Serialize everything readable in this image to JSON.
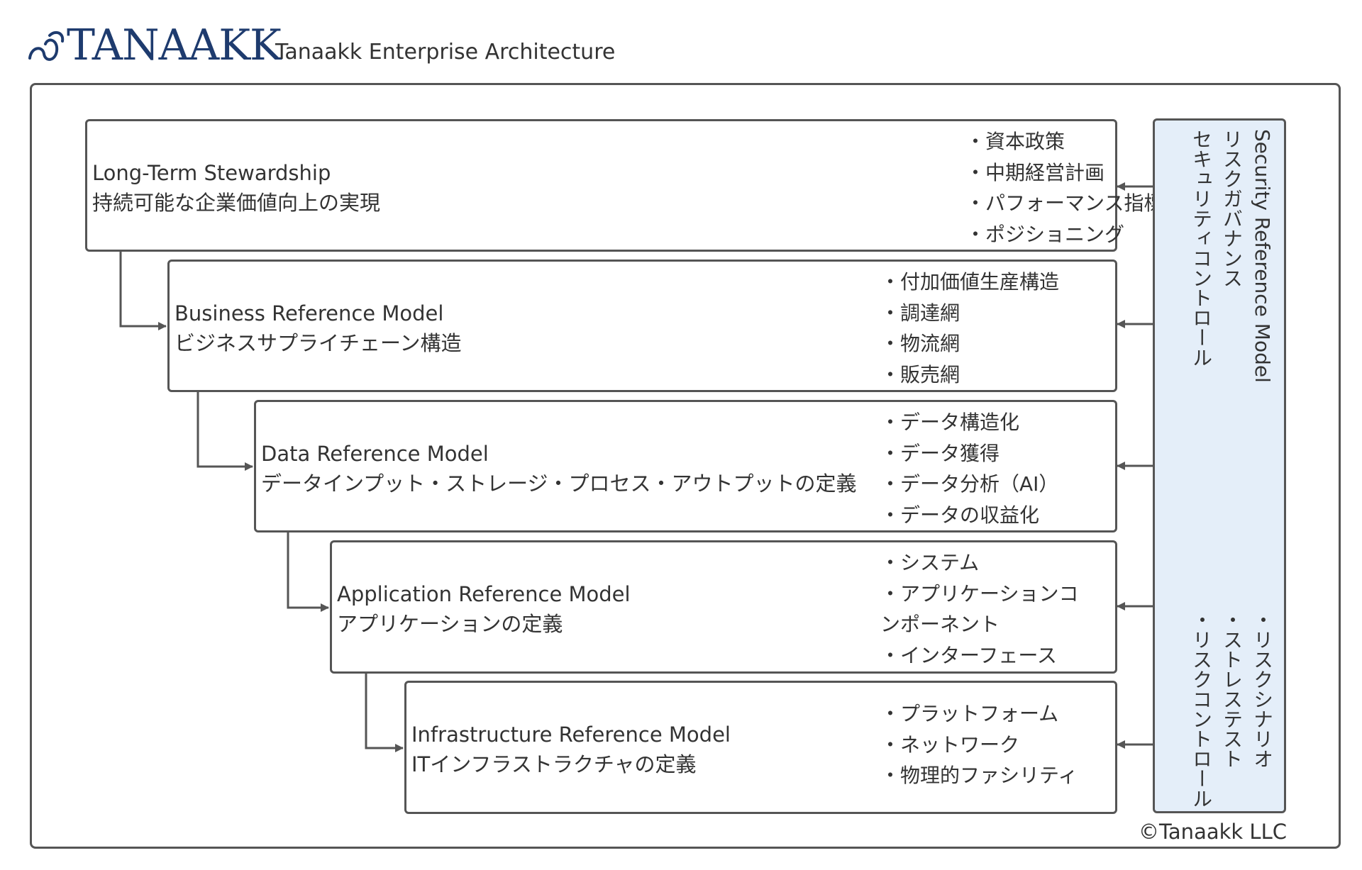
{
  "header": {
    "logo_text": "TANAAKK",
    "title": "Tanaakk Enterprise Architecture"
  },
  "layers": [
    {
      "name": "Long-Term Stewardship",
      "description": "持続可能な企業価値向上の実現",
      "items": [
        "資本政策",
        "中期経営計画",
        "パフォーマンス指標",
        "ポジショニング"
      ]
    },
    {
      "name": "Business Reference Model",
      "description": "ビジネスサプライチェーン構造",
      "items": [
        "付加価値生産構造",
        "調達網",
        "物流網",
        "販売網"
      ]
    },
    {
      "name": "Data Reference Model",
      "description": "データインプット・ストレージ・プロセス・アウトプットの定義",
      "items": [
        "データ構造化",
        "データ獲得",
        "データ分析（AI）",
        "データの収益化"
      ]
    },
    {
      "name": "Application Reference Model",
      "description": "アプリケーションの定義",
      "items": [
        "システム",
        "アプリケーションコンポーネント",
        "インターフェース"
      ]
    },
    {
      "name": "Infrastructure Reference Model",
      "description": "ITインフラストラクチャの定義",
      "items": [
        "プラットフォーム",
        "ネットワーク",
        "物理的ファシリティ"
      ]
    }
  ],
  "security": {
    "title_lines": [
      "Security Reference Model",
      "リスクガバナンス",
      "セキュリティコントロール"
    ],
    "items": [
      "リスクシナリオ",
      "ストレステスト",
      "リスクコントロール"
    ]
  },
  "footer": {
    "copyright": "©Tanaakk LLC"
  },
  "colors": {
    "brand": "#1e3b6e",
    "border": "#555555",
    "security_fill": "#e4eef9",
    "text": "#333333"
  }
}
